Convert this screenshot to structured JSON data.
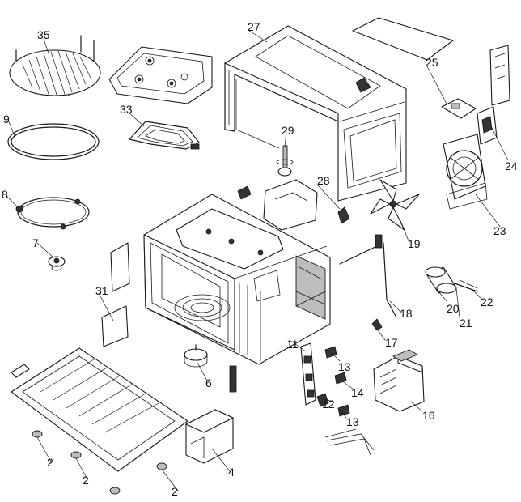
{
  "callouts": [
    {
      "id": "c2a",
      "text": "2"
    },
    {
      "id": "c2b",
      "text": "2"
    },
    {
      "id": "c2c",
      "text": "2"
    },
    {
      "id": "c4",
      "text": "4"
    },
    {
      "id": "c6",
      "text": "6"
    },
    {
      "id": "c7",
      "text": "7"
    },
    {
      "id": "c8",
      "text": "8"
    },
    {
      "id": "c9",
      "text": "9"
    },
    {
      "id": "c11",
      "text": "11"
    },
    {
      "id": "c12",
      "text": "12"
    },
    {
      "id": "c13a",
      "text": "13"
    },
    {
      "id": "c13b",
      "text": "13"
    },
    {
      "id": "c14",
      "text": "14"
    },
    {
      "id": "c16",
      "text": "16"
    },
    {
      "id": "c17",
      "text": "17"
    },
    {
      "id": "c18",
      "text": "18"
    },
    {
      "id": "c19",
      "text": "19"
    },
    {
      "id": "c20",
      "text": "20"
    },
    {
      "id": "c21",
      "text": "21"
    },
    {
      "id": "c22",
      "text": "22"
    },
    {
      "id": "c23",
      "text": "23"
    },
    {
      "id": "c24",
      "text": "24"
    },
    {
      "id": "c25",
      "text": "25"
    },
    {
      "id": "c27",
      "text": "27"
    },
    {
      "id": "c28",
      "text": "28"
    },
    {
      "id": "c29",
      "text": "29"
    },
    {
      "id": "c31",
      "text": "31"
    },
    {
      "id": "c33",
      "text": "33"
    },
    {
      "id": "c35",
      "text": "35"
    }
  ]
}
